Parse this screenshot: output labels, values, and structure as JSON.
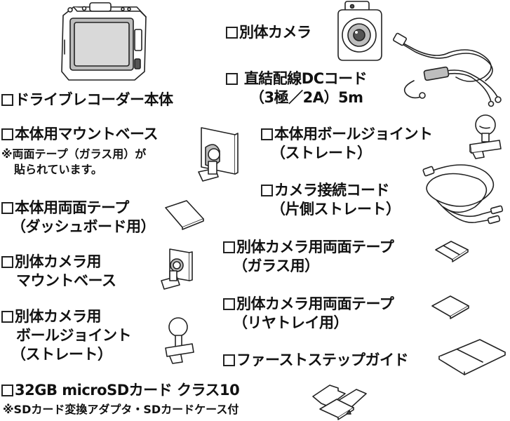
{
  "items": {
    "recorder": {
      "label": "ドライブレコーダー本体"
    },
    "mount_base": {
      "label": "本体用マウントベース",
      "note_line1": "※両面テープ（ガラス用）が",
      "note_line2": "貼られています。"
    },
    "double_tape_body": {
      "line1": "本体用両面テープ",
      "line2": "（ダッシュボード用）"
    },
    "cam_mount_base": {
      "line1": "別体カメラ用",
      "line2": "マウントベース"
    },
    "cam_ball_joint": {
      "line1": "別体カメラ用",
      "line2": "ボールジョイント",
      "line3": "（ストレート）"
    },
    "sd_card": {
      "label": "32GB microSDカード クラス10",
      "note": "※SDカード変換アダプタ・SDカードケース付"
    },
    "separate_camera": {
      "label": "別体カメラ"
    },
    "dc_cord": {
      "line1": "直結配線DCコード",
      "line2": "（3極／2A）5m"
    },
    "body_ball_joint": {
      "line1": "本体用ボールジョイント",
      "line2": "（ストレート）"
    },
    "camera_cable": {
      "line1": "カメラ接続コード",
      "line2": "（片側ストレート）"
    },
    "cam_tape_glass": {
      "line1": "別体カメラ用両面テープ",
      "line2": "（ガラス用）"
    },
    "cam_tape_rear": {
      "line1": "別体カメラ用両面テープ",
      "line2": "（リヤトレイ用）"
    },
    "first_step_guide": {
      "label": "ファーストステップガイド"
    }
  }
}
